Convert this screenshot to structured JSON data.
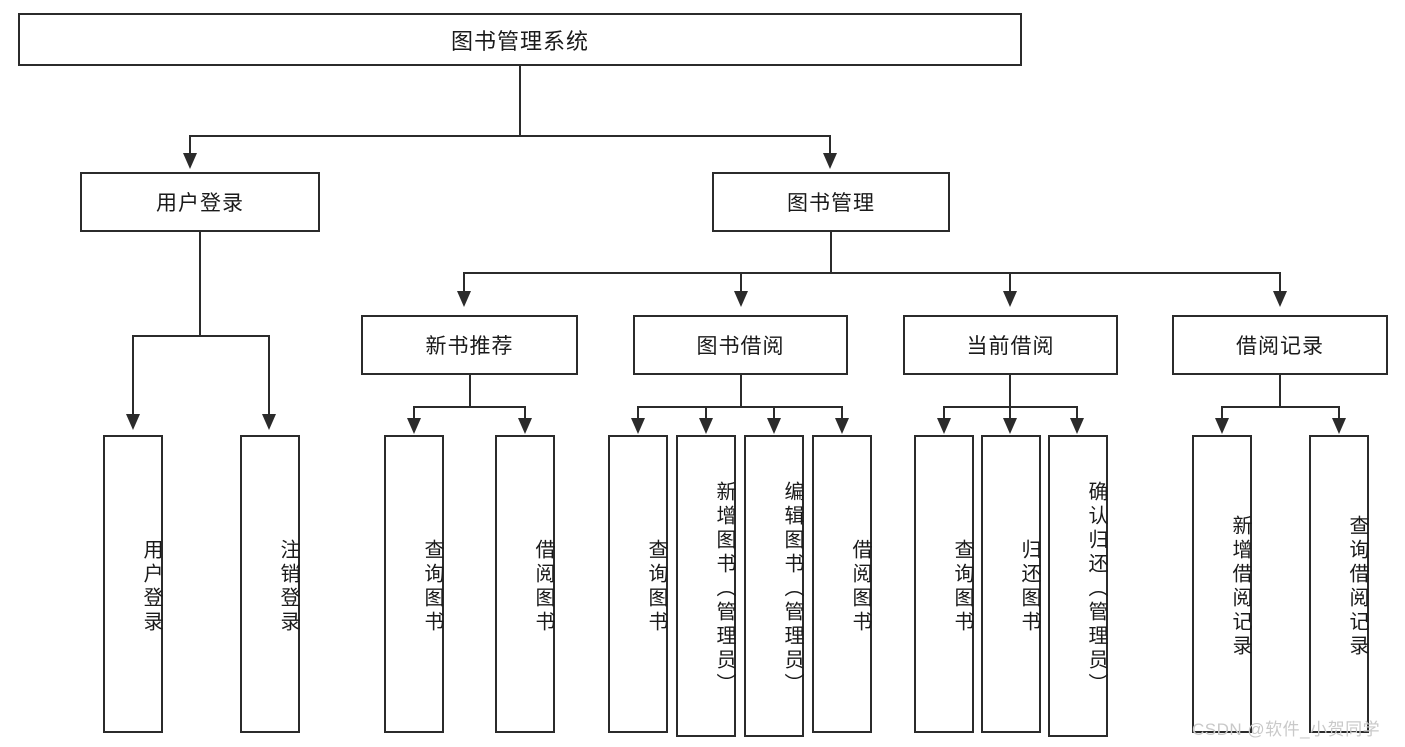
{
  "diagram": {
    "title": "图书管理系统",
    "type": "hierarchy-tree",
    "root": {
      "label": "图书管理系统"
    },
    "level1": [
      {
        "label": "用户登录"
      },
      {
        "label": "图书管理"
      }
    ],
    "level2": [
      {
        "label": "新书推荐"
      },
      {
        "label": "图书借阅"
      },
      {
        "label": "当前借阅"
      },
      {
        "label": "借阅记录"
      }
    ],
    "leaves": {
      "user_login": [
        {
          "label": "用户登录"
        },
        {
          "label": "注销登录"
        }
      ],
      "new_book_recommend": [
        {
          "label": "查询图书"
        },
        {
          "label": "借阅图书"
        }
      ],
      "book_borrow": [
        {
          "label": "查询图书"
        },
        {
          "label": "新增图书（管理员）"
        },
        {
          "label": "编辑图书（管理员）"
        },
        {
          "label": "借阅图书"
        }
      ],
      "current_borrow": [
        {
          "label": "查询图书"
        },
        {
          "label": "归还图书"
        },
        {
          "label": "确认归还（管理员）"
        }
      ],
      "borrow_record": [
        {
          "label": "新增借阅记录"
        },
        {
          "label": "查询借阅记录"
        }
      ]
    }
  },
  "watermark": {
    "text": "CSDN @软件_小贺同学"
  },
  "colors": {
    "border": "#2b2b2b",
    "background": "#ffffff",
    "text": "#1a1a1a",
    "watermark": "#c9c9c9"
  }
}
